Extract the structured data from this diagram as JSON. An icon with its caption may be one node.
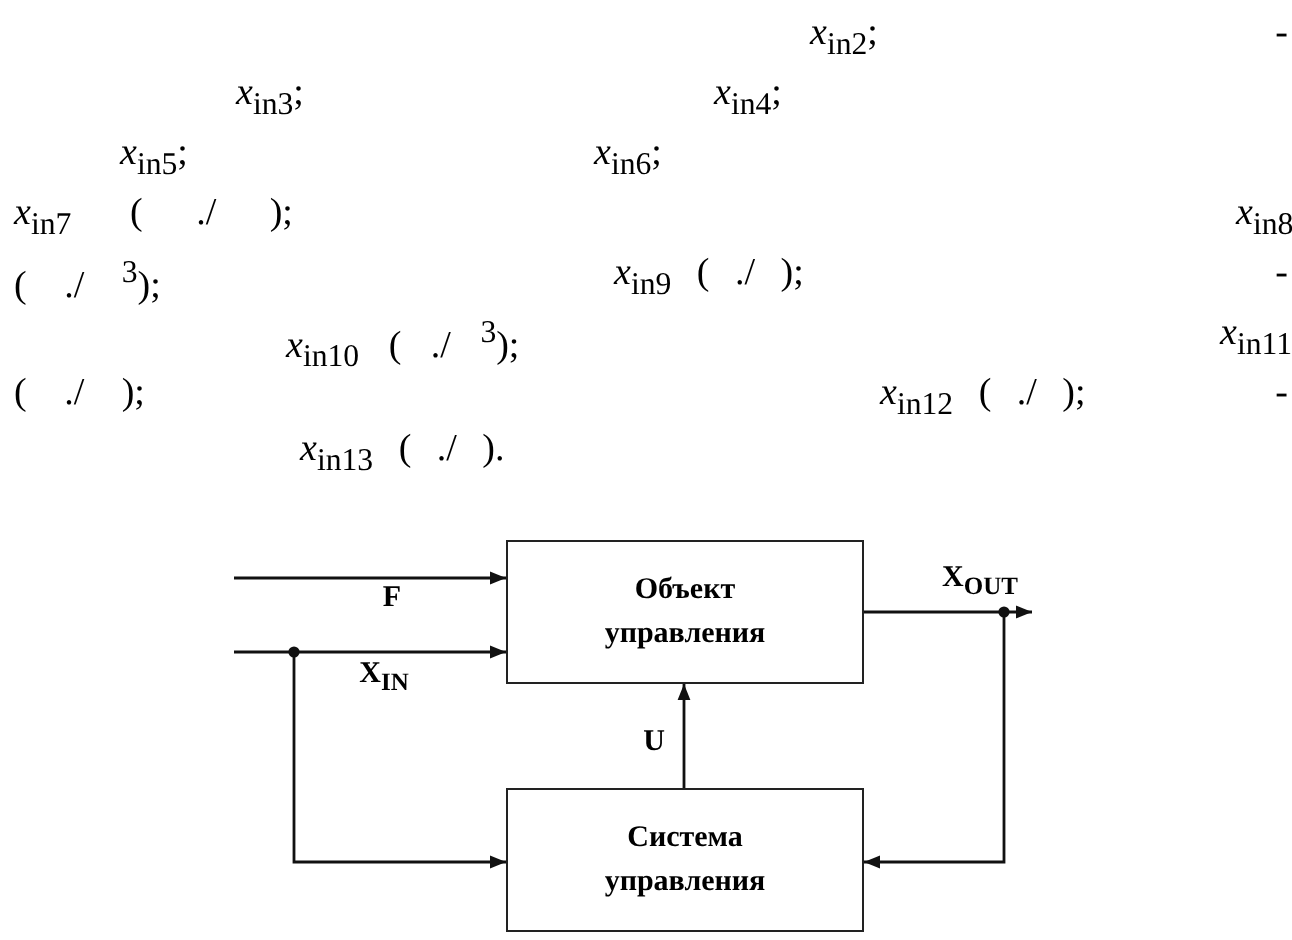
{
  "diagram": {
    "nodes": [
      {
        "text": [
          "Объект управления"
        ]
      },
      {
        "text": [
          "Система управления"
        ]
      }
    ],
    "edges": [
      {
        "from": null,
        "to": 0,
        "arrow": "to",
        "label": "F"
      },
      {
        "from": null,
        "to": 0,
        "arrow": "to",
        "label": "X$_{IN}$"
      },
      {
        "from": null,
        "to": 1,
        "arrow": "to"
      },
      {
        "from": 1,
        "to": 0,
        "arrow": "to",
        "label": "U"
      },
      {
        "from": 0,
        "to": null,
        "arrow": "to",
        "label": "X$_{OUT}$"
      },
      {
        "from": null,
        "to": 1,
        "arrow": "to"
      }
    ],
    "labels": [
      "*x*$_{in2}$;",
      "-",
      "*x*$_{in3}$;",
      "*x*$_{in4}$;",
      "*x*$_{in5}$;",
      "*x*$_{in6}$;",
      "*x*$_{in7}$",
      "( ./ );",
      "*x*$_{in8}$",
      "( ./ $^{3}$);",
      "*x*$_{in9}$ ( ./ );",
      "-",
      "*x*$_{in10}$ ( ./ $^{3}$);",
      "*x*$_{in11}$",
      "( ./ );",
      "*x*$_{in12}$ ( ./ );",
      "-",
      "*x*$_{in13}$ ( ./ )."
    ]
  }
}
